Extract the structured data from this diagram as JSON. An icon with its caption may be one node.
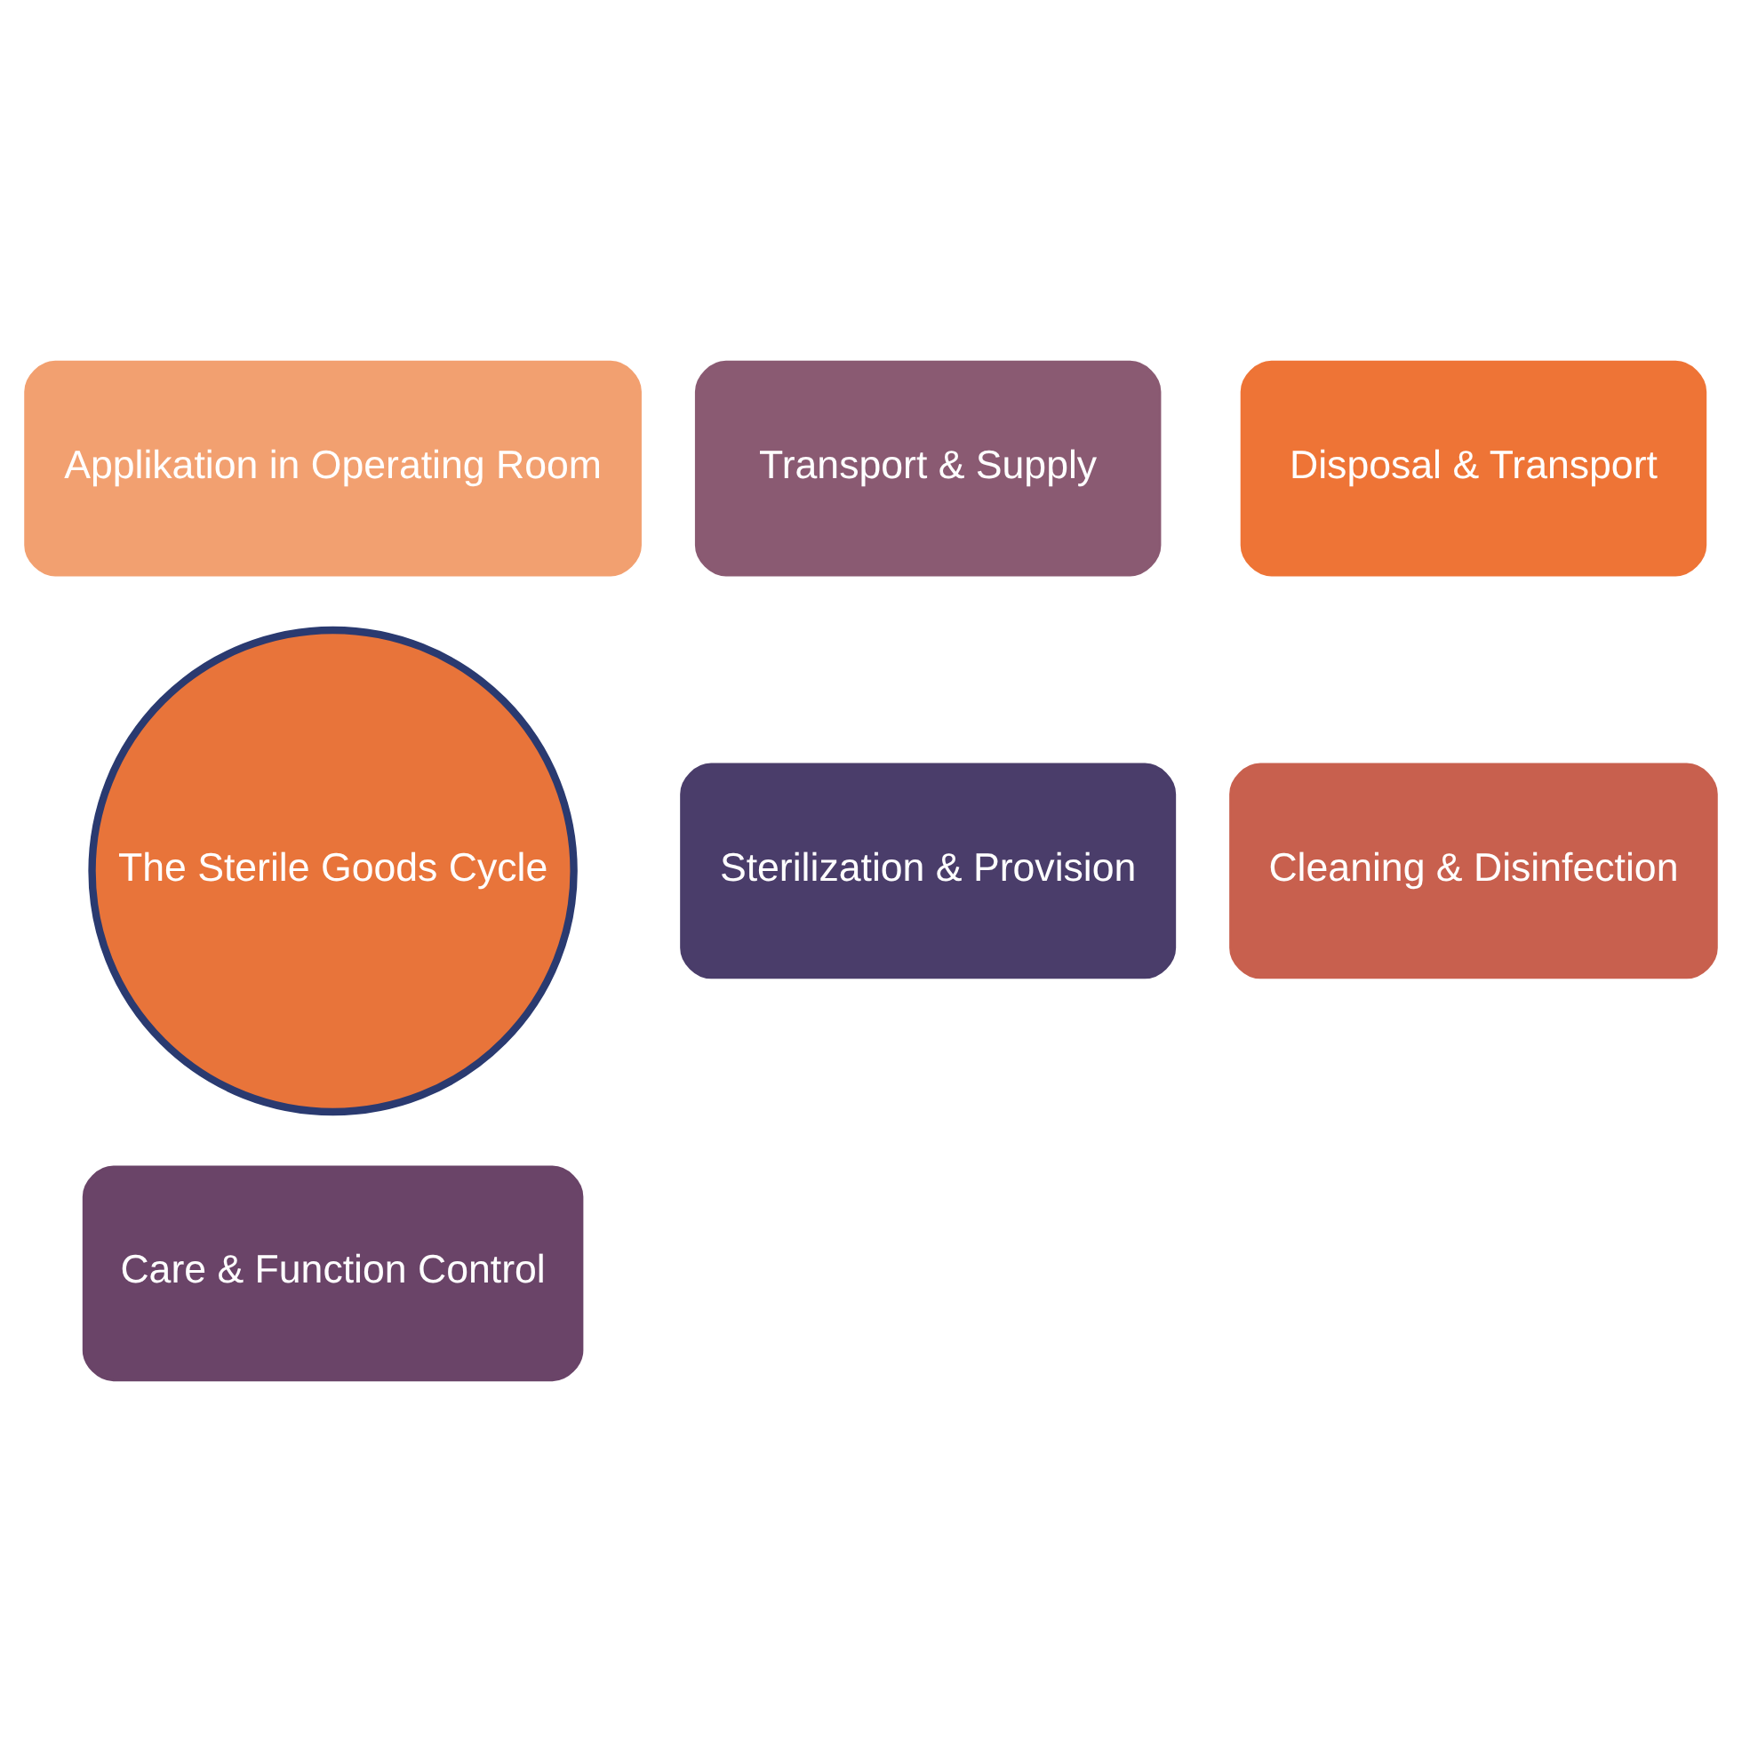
{
  "diagram": {
    "nodes": [
      {
        "text": [
          "Applikation in Operating Room"
        ]
      },
      {
        "text": [
          "Transport & Supply"
        ]
      },
      {
        "text": [
          "Disposal & Transport"
        ]
      },
      {
        "text": [
          "The Sterile Goods Cycle"
        ]
      },
      {
        "text": [
          "Sterilization & Provision"
        ]
      },
      {
        "text": [
          "Cleaning & Disinfection"
        ]
      },
      {
        "text": [
          "Care & Function Control"
        ]
      }
    ],
    "edges": []
  }
}
